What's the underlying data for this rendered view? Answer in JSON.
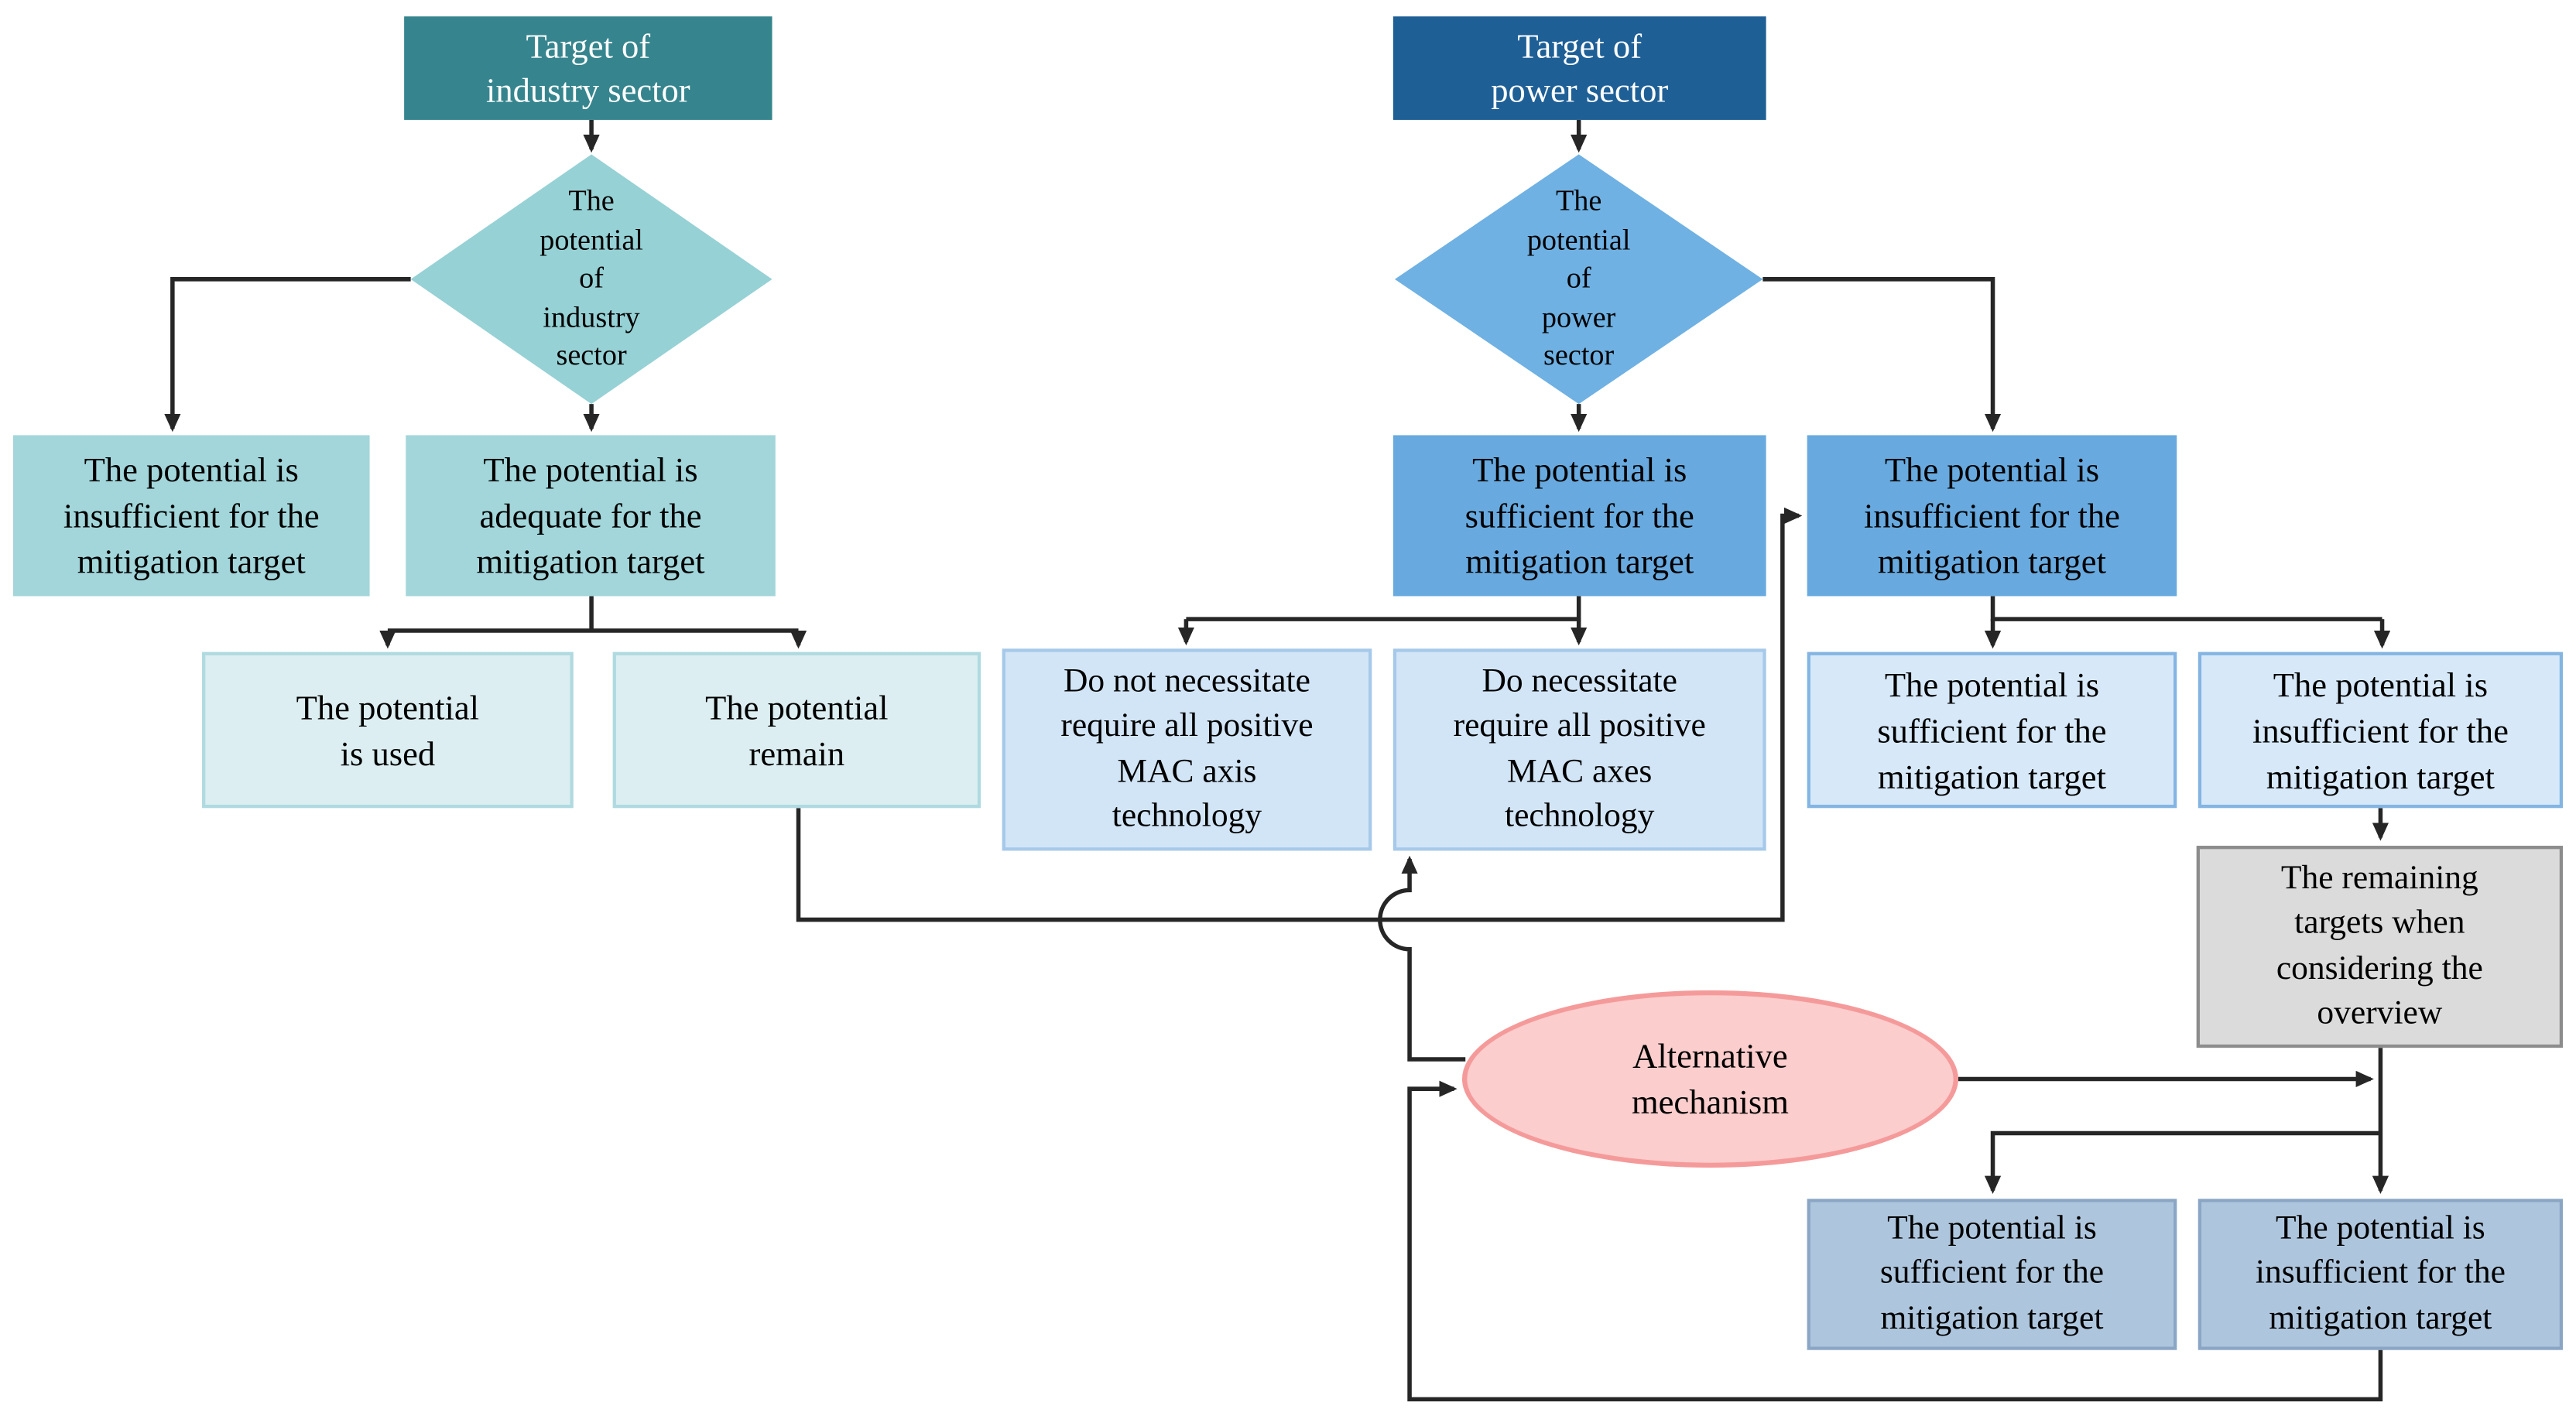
{
  "industry": {
    "header": "Target of\nindustry sector",
    "decision": "The\npotential\nof\nindustry\nsector",
    "insufficient": "The potential is\ninsufficient for the\nmitigation target",
    "adequate": "The potential is\nadequate for the\nmitigation target",
    "used": "The potential\nis used",
    "remain": "The potential\nremain"
  },
  "power": {
    "header": "Target of\npower sector",
    "decision": "The\npotential\nof\npower\nsector",
    "sufficient": "The potential is\nsufficient for the\nmitigation target",
    "insufficient": "The potential is\ninsufficient for the\nmitigation target",
    "mac_not_required": "Do not necessitate\nrequire all positive\nMAC axis\ntechnology",
    "mac_required": "Do necessitate\nrequire all positive\nMAC axes\ntechnology",
    "sufficient_sub": "The potential is\nsufficient for the\nmitigation target",
    "insufficient_sub": "The potential is\ninsufficient for the\nmitigation target",
    "remaining_targets": "The remaining\ntargets when\nconsidering the\noverview",
    "alternative_mechanism": "Alternative\nmechanism",
    "sufficient_final": "The potential is\nsufficient for the\nmitigation target",
    "insufficient_final": "The potential is\ninsufficient for the\nmitigation target"
  },
  "colors": {
    "teal_header": "#36858E",
    "teal_diamond": "#96D1D5",
    "teal_box": "#A2D6DA",
    "pale_teal_fill": "#DCEEF1",
    "pale_teal_border": "#AFDAE0",
    "blue_header": "#1E5F96",
    "blue_diamond": "#6FB1E3",
    "blue_box": "#68AADF",
    "pale_blue_fill": "#D2E5F6",
    "pale_blue_border": "#A6C9EA",
    "light_blue_fill": "#D7E9F8",
    "light_blue_border": "#84B4E2",
    "gray_fill": "#DBDBDB",
    "gray_border": "#8C8C8C",
    "pink_fill": "#FBCDCD",
    "pink_border": "#F59A9A",
    "steel_fill": "#AEC6DD",
    "steel_border": "#8BA6C4",
    "line": "#262626",
    "text": "#000000",
    "header_text": "#FFFFFF"
  }
}
